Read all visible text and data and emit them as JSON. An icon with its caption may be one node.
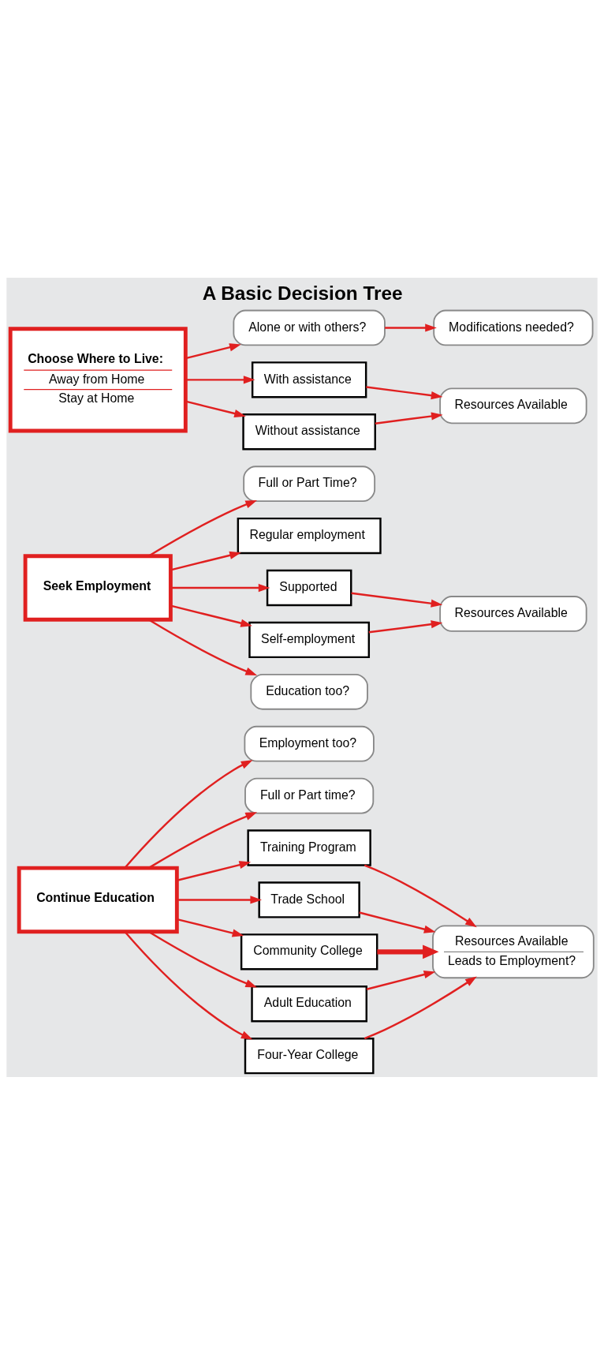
{
  "diagram": {
    "title": "A Basic Decision Tree",
    "nodes": [
      {
        "text": [
          "Continue Education"
        ]
      },
      {
        "text": [
          "Employment too?"
        ]
      },
      {
        "text": [
          "Full or Part time?"
        ]
      },
      {
        "text": [
          "Training Program"
        ]
      },
      {
        "text": [
          "Trade School"
        ]
      },
      {
        "text": [
          "Community College"
        ]
      },
      {
        "text": [
          "Adult Education"
        ]
      },
      {
        "text": [
          "Four-Year College"
        ]
      },
      {
        "text": [
          "Resources Available",
          "Leads to Employment?"
        ]
      },
      {
        "text": [
          "Seek Employment"
        ]
      },
      {
        "text": [
          "Full or Part Time?"
        ]
      },
      {
        "text": [
          "Regular employment"
        ]
      },
      {
        "text": [
          "Supported"
        ]
      },
      {
        "text": [
          "Self-employment"
        ]
      },
      {
        "text": [
          "Resources Available"
        ]
      },
      {
        "text": [
          "Education too?"
        ]
      },
      {
        "text": [
          "Choose Where to Live:",
          "Away from Home",
          "Stay at Home"
        ]
      },
      {
        "text": [
          "Alone or with others?"
        ]
      },
      {
        "text": [
          "Modifications needed?"
        ]
      },
      {
        "text": [
          "With assistance"
        ]
      },
      {
        "text": [
          "Without assistance"
        ]
      },
      {
        "text": [
          "Resources Available"
        ]
      }
    ],
    "edges": [
      {
        "from": 0,
        "to": 1,
        "arrow": "to"
      },
      {
        "from": 0,
        "to": 2,
        "arrow": "to"
      },
      {
        "from": 0,
        "to": 3,
        "arrow": "to"
      },
      {
        "from": 0,
        "to": 4,
        "arrow": "to"
      },
      {
        "from": 0,
        "to": 5,
        "arrow": "to"
      },
      {
        "from": 0,
        "to": 6,
        "arrow": "to"
      },
      {
        "from": 0,
        "to": 7,
        "arrow": "to"
      },
      {
        "from": 3,
        "to": 8,
        "arrow": "to"
      },
      {
        "from": 4,
        "to": 8,
        "arrow": "to"
      },
      {
        "from": 5,
        "to": 8,
        "arrow": "to",
        "style": "thick"
      },
      {
        "from": 6,
        "to": 8,
        "arrow": "to"
      },
      {
        "from": 7,
        "to": 8,
        "arrow": "to"
      },
      {
        "from": 9,
        "to": 10,
        "arrow": "to"
      },
      {
        "from": 9,
        "to": 11,
        "arrow": "to"
      },
      {
        "from": 9,
        "to": 12,
        "arrow": "to"
      },
      {
        "from": 9,
        "to": 13,
        "arrow": "to"
      },
      {
        "from": 9,
        "to": 15,
        "arrow": "to"
      },
      {
        "from": 12,
        "to": 14,
        "arrow": "to"
      },
      {
        "from": 13,
        "to": 14,
        "arrow": "to"
      },
      {
        "from": 16,
        "to": 17,
        "arrow": "to"
      },
      {
        "from": 17,
        "to": 18,
        "arrow": "to"
      },
      {
        "from": 16,
        "to": 19,
        "arrow": "to"
      },
      {
        "from": 16,
        "to": 20,
        "arrow": "to"
      },
      {
        "from": 19,
        "to": 21,
        "arrow": "to"
      },
      {
        "from": 20,
        "to": 21,
        "arrow": "to"
      }
    ]
  }
}
